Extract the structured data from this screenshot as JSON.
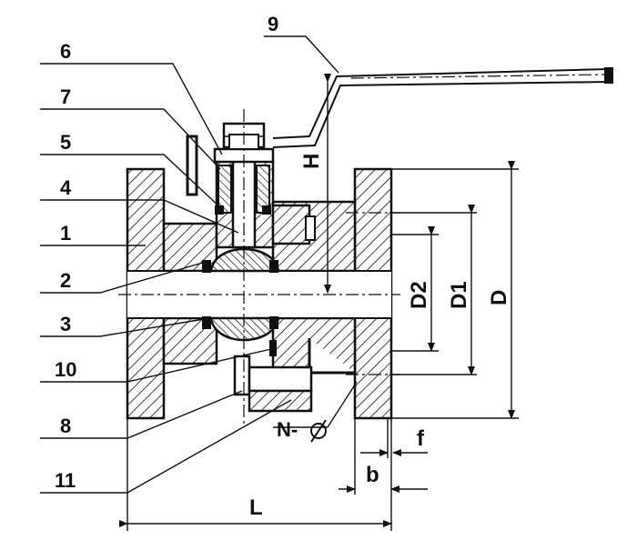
{
  "callouts": {
    "c1": "1",
    "c2": "2",
    "c3": "3",
    "c4": "4",
    "c5": "5",
    "c6": "6",
    "c7": "7",
    "c8": "8",
    "c9": "9",
    "c10": "10",
    "c11": "11"
  },
  "dimensions": {
    "H": "H",
    "D2": "D2",
    "D1": "D1",
    "D": "D",
    "f": "f",
    "b": "b",
    "L": "L",
    "N": "N-"
  }
}
